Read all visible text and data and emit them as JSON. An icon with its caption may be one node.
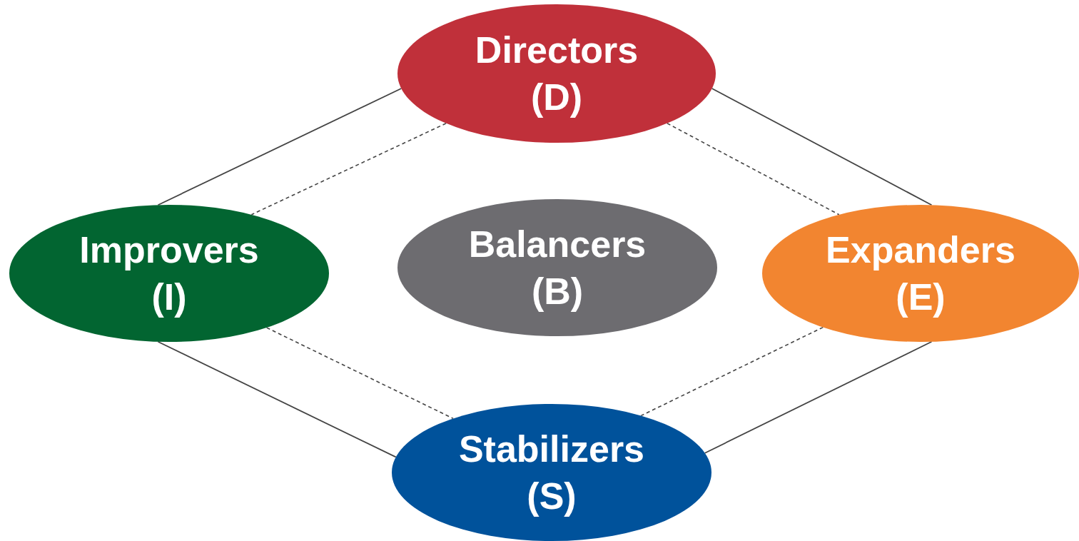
{
  "diagram": {
    "nodes": [
      {
        "text": [
          "Directors",
          "(D)"
        ]
      },
      {
        "text": [
          "Improvers",
          "(I)"
        ]
      },
      {
        "text": [
          "Balancers",
          "(B)"
        ]
      },
      {
        "text": [
          "Expanders",
          "(E)"
        ]
      },
      {
        "text": [
          "Stabilizers",
          "(S)"
        ]
      }
    ],
    "edges": [
      {
        "from": 0,
        "to": 1,
        "arrow": "none"
      },
      {
        "from": 0,
        "to": 1,
        "arrow": "none",
        "style": "dashed"
      },
      {
        "from": 0,
        "to": 3,
        "arrow": "none"
      },
      {
        "from": 0,
        "to": 3,
        "arrow": "none",
        "style": "dashed"
      },
      {
        "from": 1,
        "to": 4,
        "arrow": "none"
      },
      {
        "from": 1,
        "to": 4,
        "arrow": "none",
        "style": "dashed"
      },
      {
        "from": 3,
        "to": 4,
        "arrow": "none"
      },
      {
        "from": 3,
        "to": 4,
        "arrow": "none",
        "style": "dashed"
      }
    ]
  }
}
